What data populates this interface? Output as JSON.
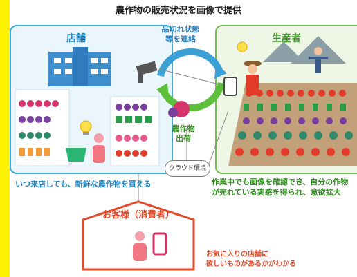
{
  "title": "農作物の販売状況を画像で提供",
  "store": {
    "title": "店舗",
    "caption": "いつ来店しても、新鮮な農作物を買える"
  },
  "producer": {
    "title": "生産者",
    "caption_line1": "作業中でも画像を確認でき、自分の作物",
    "caption_line2": "が売れている実感を得られ、意欲拡大"
  },
  "flow": {
    "top_line1": "品切れ状態",
    "top_line2": "等を連絡",
    "bottom_line1": "農作物",
    "bottom_line2": "出荷"
  },
  "cloud_label": "クラウド環境",
  "consumer": {
    "title": "お客様（消費者）",
    "caption_line1": "お気に入りの店舗に",
    "caption_line2": "欲しいものがあるかがわかる"
  },
  "colors": {
    "store": "#39a9d6",
    "producer": "#6fbf4a",
    "consumer": "#e24a2a",
    "band": "#fff200"
  },
  "icons": [
    "store-building-icon",
    "camera-icon",
    "bulb-icon",
    "shopping-basket-icon",
    "shopper-icon",
    "farmer-icon",
    "scarecrow-icon",
    "tablet-icon",
    "smartphone-icon",
    "cycle-arrows-icon",
    "vegetables-icon"
  ]
}
